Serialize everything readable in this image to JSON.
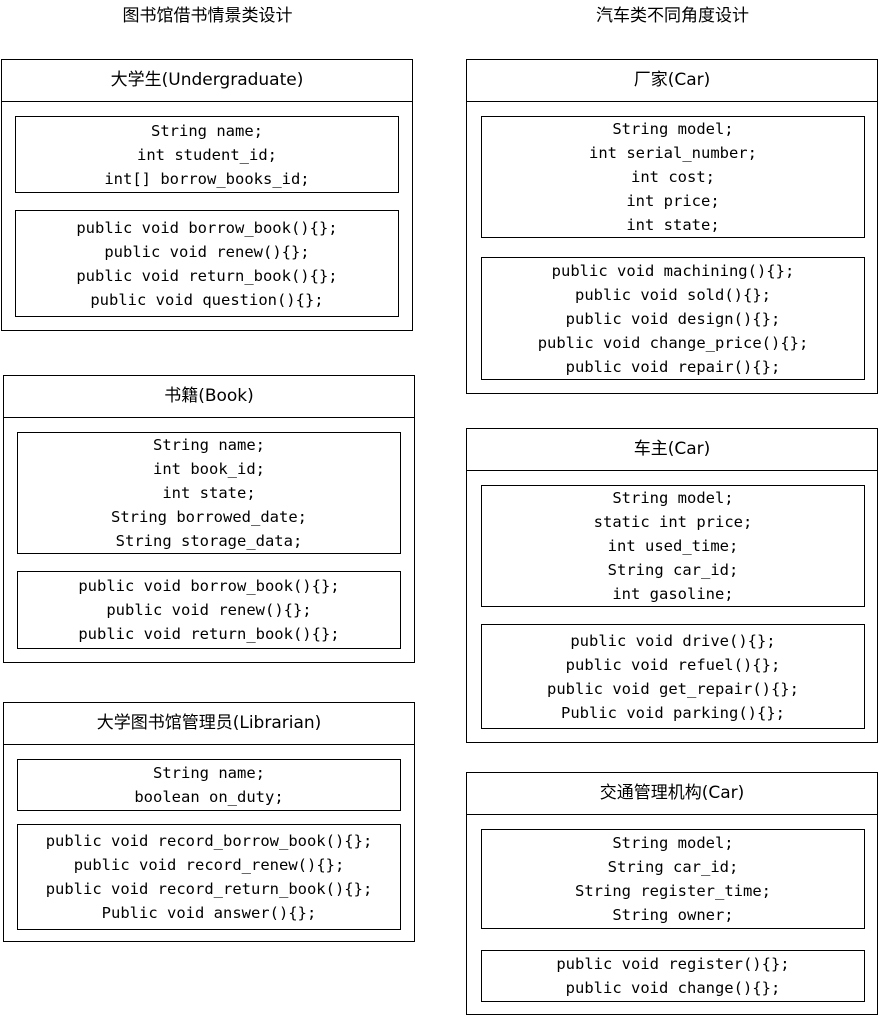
{
  "headings": {
    "left": "图书馆借书情景类设计",
    "right": "汽车类不同角度设计"
  },
  "classes": {
    "undergraduate": {
      "title": "大学生(Undergraduate)",
      "attributes": [
        "String name;",
        "int student_id;",
        "int[] borrow_books_id;"
      ],
      "methods": [
        "public void borrow_book(){};",
        "public void renew(){};",
        "public void return_book(){};",
        "public void question(){};"
      ]
    },
    "book": {
      "title": "书籍(Book)",
      "attributes": [
        "String name;",
        "int book_id;",
        "int state;",
        "String borrowed_date;",
        "String storage_data;"
      ],
      "methods": [
        "public void borrow_book(){};",
        "public void renew(){};",
        "public void return_book(){};"
      ]
    },
    "librarian": {
      "title": "大学图书馆管理员(Librarian)",
      "attributes": [
        "String name;",
        "boolean on_duty;"
      ],
      "methods": [
        "public void record_borrow_book(){};",
        "public void record_renew(){};",
        "public void record_return_book(){};",
        "Public void answer(){};"
      ]
    },
    "manufacturer": {
      "title": "厂家(Car)",
      "attributes": [
        "String model;",
        "int serial_number;",
        "int cost;",
        "int price;",
        "int state;"
      ],
      "methods": [
        "public void machining(){};",
        "public void sold(){};",
        "public void design(){};",
        "public void change_price(){};",
        "public void repair(){};"
      ]
    },
    "owner": {
      "title": "车主(Car)",
      "attributes": [
        "String model;",
        "static int price;",
        "int used_time;",
        "String car_id;",
        "int gasoline;"
      ],
      "methods": [
        "public void drive(){};",
        "public void refuel(){};",
        "public void get_repair(){};",
        "Public void parking(){};"
      ]
    },
    "traffic": {
      "title": "交通管理机构(Car)",
      "attributes": [
        "String model;",
        "String car_id;",
        "String register_time;",
        "String owner;"
      ],
      "methods": [
        "public void register(){};",
        "public void change(){};"
      ]
    }
  }
}
